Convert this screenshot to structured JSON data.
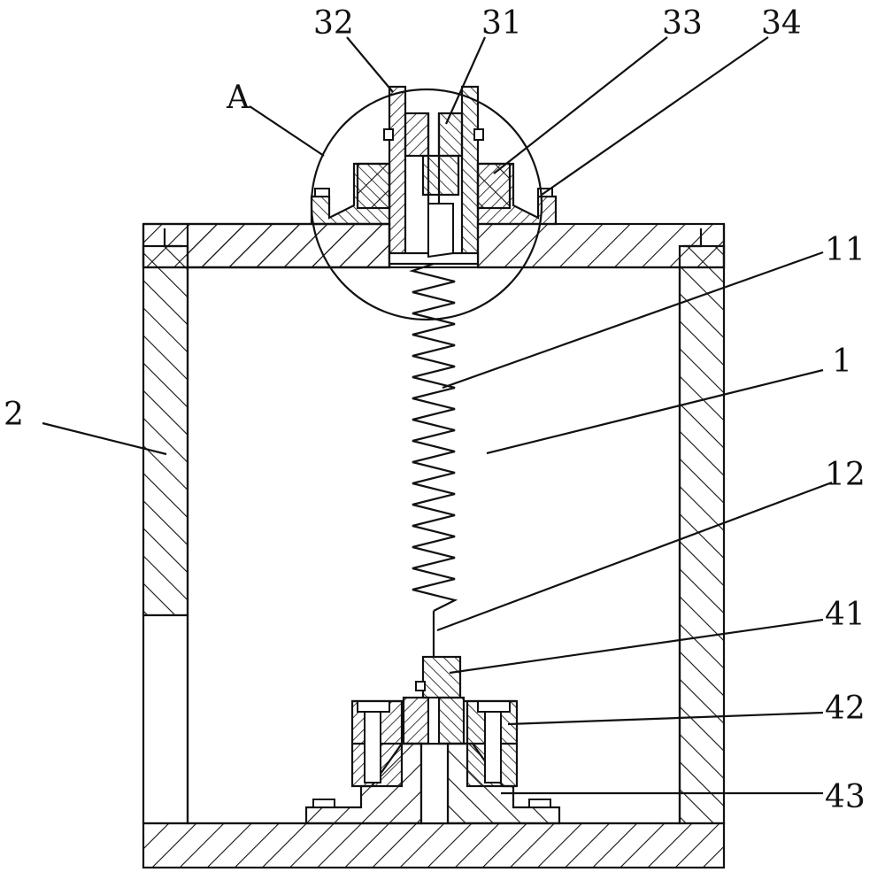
{
  "callouts": {
    "c32": "32",
    "c31": "31",
    "c33": "33",
    "c34": "34",
    "cA": "A",
    "c11": "11",
    "c1": "1",
    "c2": "2",
    "c12": "12",
    "c41": "41",
    "c42": "42",
    "c43": "43"
  }
}
